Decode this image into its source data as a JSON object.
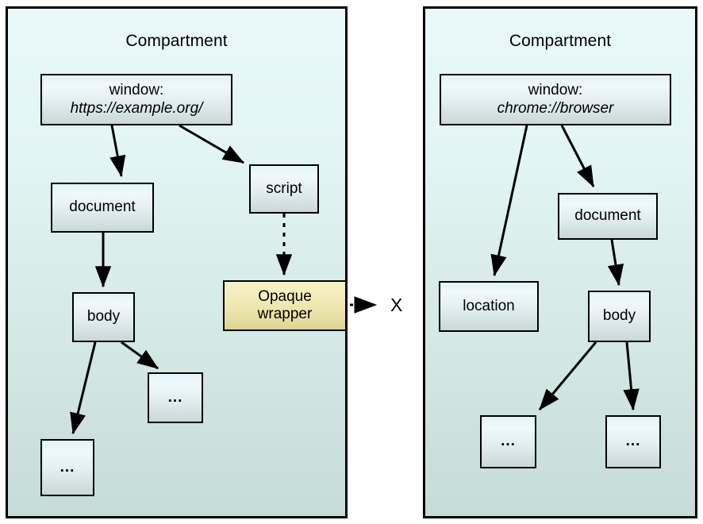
{
  "diagram": {
    "title_left": "Compartment",
    "title_right": "Compartment",
    "blocked_marker": "X"
  },
  "left_compartment": {
    "title": "Compartment",
    "nodes": {
      "window": {
        "line1": "window:",
        "line2": "https://example.org/"
      },
      "document": {
        "label": "document"
      },
      "script": {
        "label": "script"
      },
      "body": {
        "label": "body"
      },
      "opaque_wrapper": {
        "line1": "Opaque",
        "line2": "wrapper"
      },
      "child_a": {
        "label": "..."
      },
      "child_b": {
        "label": "..."
      }
    }
  },
  "right_compartment": {
    "title": "Compartment",
    "nodes": {
      "window": {
        "line1": "window:",
        "line2": "chrome://browser"
      },
      "document": {
        "label": "document"
      },
      "location": {
        "label": "location"
      },
      "body": {
        "label": "body"
      },
      "child_a": {
        "label": "..."
      },
      "child_b": {
        "label": "..."
      }
    }
  },
  "colors": {
    "compartment_top": "#e9f9fb",
    "compartment_bottom": "#c6dcd8",
    "node_top": "#eff9fb",
    "node_bottom": "#c9d8d6",
    "wrapper_top": "#f6f1c6",
    "wrapper_bottom": "#ddd492",
    "stroke": "#000000"
  }
}
